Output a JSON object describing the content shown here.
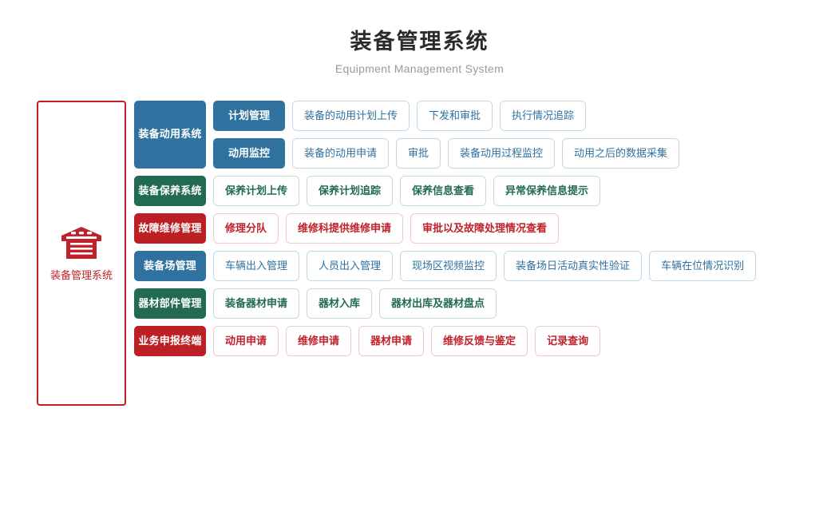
{
  "header": {
    "title_cn": "装备管理系统",
    "title_en": "Equipment Management System"
  },
  "root": {
    "icon": "warehouse-icon",
    "label": "装备管理系统",
    "border_color": "#bc2025",
    "label_color": "#c0212a"
  },
  "colors": {
    "blue": "#2f719f",
    "green": "#226b52",
    "red": "#bc2025",
    "blue_border": "#c4d8e6",
    "green_border": "#c8dcd4",
    "red_border": "#f0c9cd",
    "title": "#2b2b2b",
    "subtitle": "#9a9a9a"
  },
  "rows": [
    {
      "category": "装备动用系统",
      "theme": "blue",
      "subgroups": [
        {
          "label": "计划管理",
          "leaves": [
            "装备的动用计划上传",
            "下发和审批",
            "执行情况追踪"
          ]
        },
        {
          "label": "动用监控",
          "leaves": [
            "装备的动用申请",
            "审批",
            "装备动用过程监控",
            "动用之后的数据采集"
          ]
        }
      ]
    },
    {
      "category": "装备保养系统",
      "theme": "green",
      "subgroups": [
        {
          "label": null,
          "leaves": [
            "保养计划上传",
            "保养计划追踪",
            "保养信息查看",
            "异常保养信息提示"
          ]
        }
      ]
    },
    {
      "category": "故障维修管理",
      "theme": "red",
      "subgroups": [
        {
          "label": null,
          "leaves": [
            "修理分队",
            "维修科提供维修申请",
            "审批以及故障处理情况查看"
          ]
        }
      ]
    },
    {
      "category": "装备场管理",
      "theme": "blue",
      "subgroups": [
        {
          "label": null,
          "leaves": [
            "车辆出入管理",
            "人员出入管理",
            "现场区视频监控",
            "装备场日活动真实性验证",
            "车辆在位情况识别"
          ]
        }
      ]
    },
    {
      "category": "器材部件管理",
      "theme": "green",
      "subgroups": [
        {
          "label": null,
          "leaves": [
            "装备器材申请",
            "器材入库",
            "器材出库及器材盘点"
          ]
        }
      ]
    },
    {
      "category": "业务申报终端",
      "theme": "red",
      "subgroups": [
        {
          "label": null,
          "leaves": [
            "动用申请",
            "维修申请",
            "器材申请",
            "维修反馈与鉴定",
            "记录查询"
          ]
        }
      ]
    }
  ]
}
